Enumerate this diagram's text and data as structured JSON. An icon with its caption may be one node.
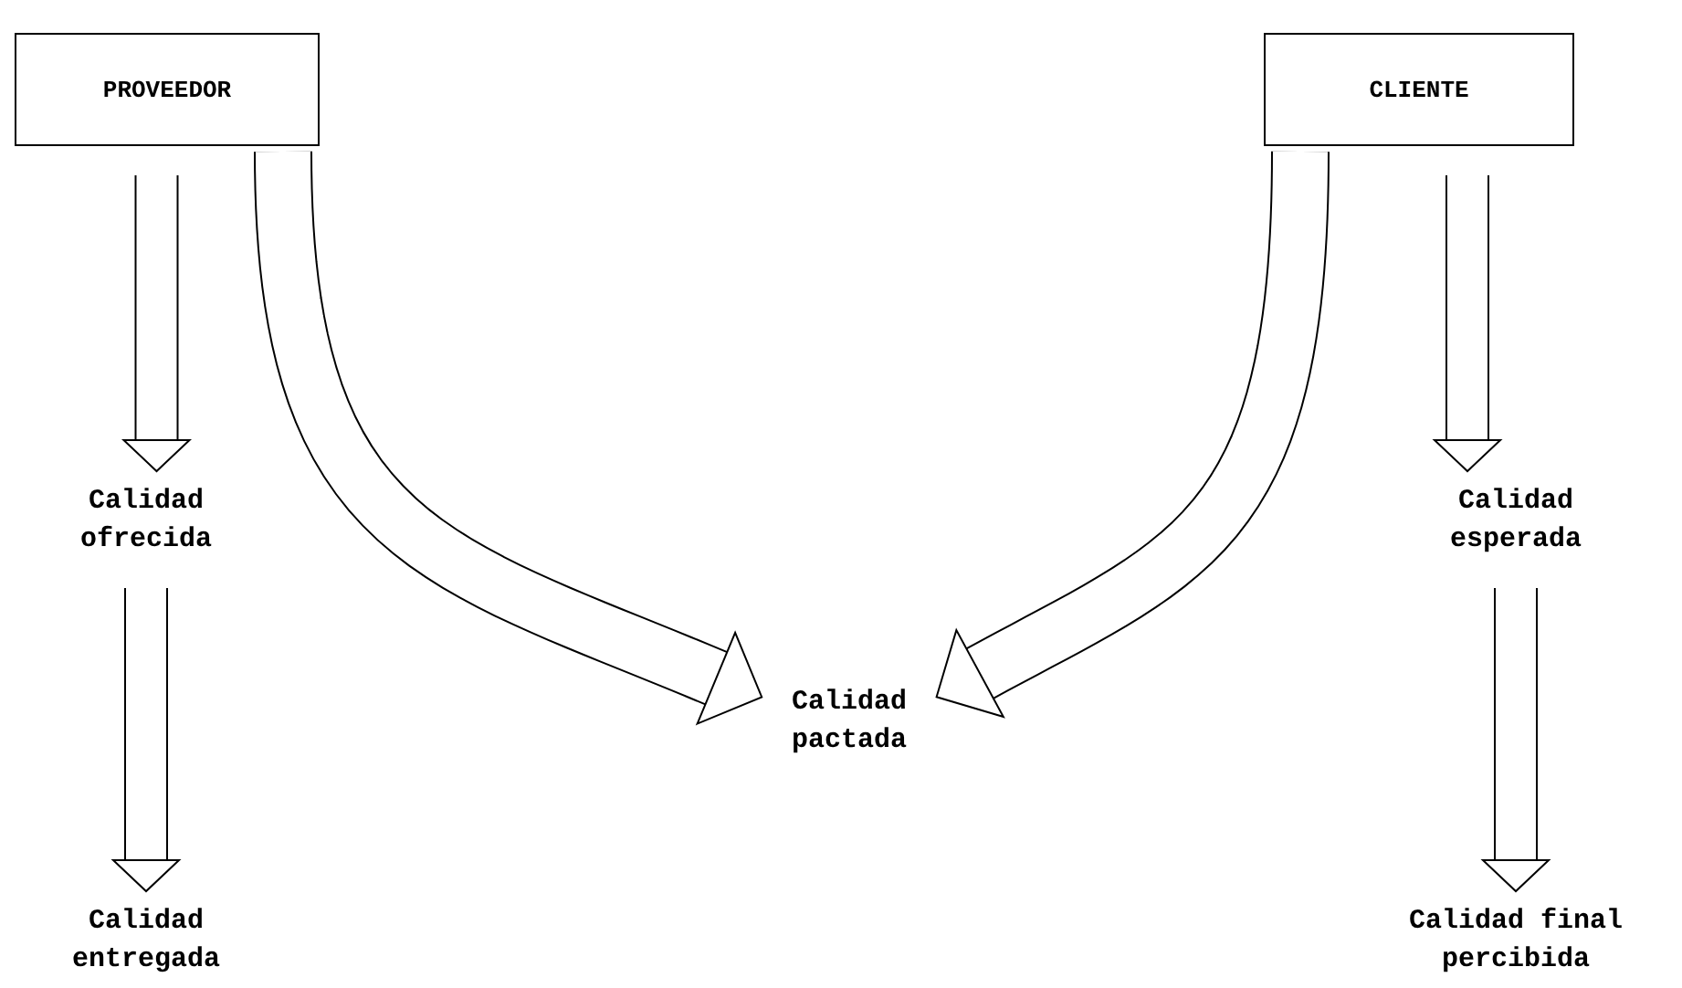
{
  "diagram": {
    "nodes": [
      {
        "text": [
          "PROVEEDOR"
        ]
      },
      {
        "text": [
          "CLIENTE"
        ]
      },
      {
        "text": [
          "Calidad ofrecida"
        ]
      },
      {
        "text": [
          "Calidad esperada"
        ]
      },
      {
        "text": [
          "Calidad pactada"
        ]
      },
      {
        "text": [
          "Calidad entregada"
        ]
      },
      {
        "text": [
          "Calidad final percibida"
        ]
      }
    ],
    "edges": [
      {
        "from": 0,
        "to": 2,
        "arrow": "to"
      },
      {
        "from": 2,
        "to": 5,
        "arrow": "to"
      },
      {
        "from": 0,
        "to": 4,
        "arrow": "to"
      },
      {
        "from": 1,
        "to": 4,
        "arrow": "to"
      },
      {
        "from": 1,
        "to": 3,
        "arrow": "to"
      },
      {
        "from": 3,
        "to": 6,
        "arrow": "to"
      }
    ]
  }
}
